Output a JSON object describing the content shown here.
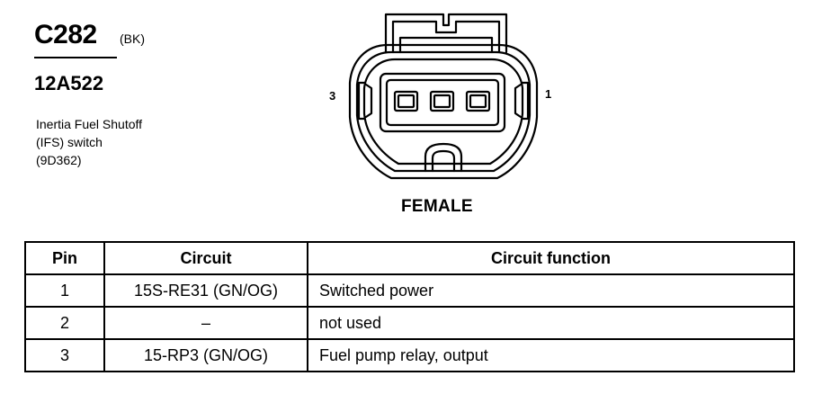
{
  "connector": {
    "id": "C282",
    "color_code": "(BK)",
    "part_number": "12A522",
    "description": [
      "Inertia Fuel Shutoff",
      "(IFS) switch",
      "(9D362)"
    ],
    "gender": "FEMALE",
    "pin_labels": {
      "left": "3",
      "right": "1"
    },
    "cavity_count": 3
  },
  "table": {
    "headers": [
      "Pin",
      "Circuit",
      "Circuit function"
    ],
    "rows": [
      {
        "pin": "1",
        "circuit": "15S-RE31 (GN/OG)",
        "function": "Switched power"
      },
      {
        "pin": "2",
        "circuit": "–",
        "function": "not used"
      },
      {
        "pin": "3",
        "circuit": "15-RP3 (GN/OG)",
        "function": "Fuel pump relay, output"
      }
    ]
  }
}
